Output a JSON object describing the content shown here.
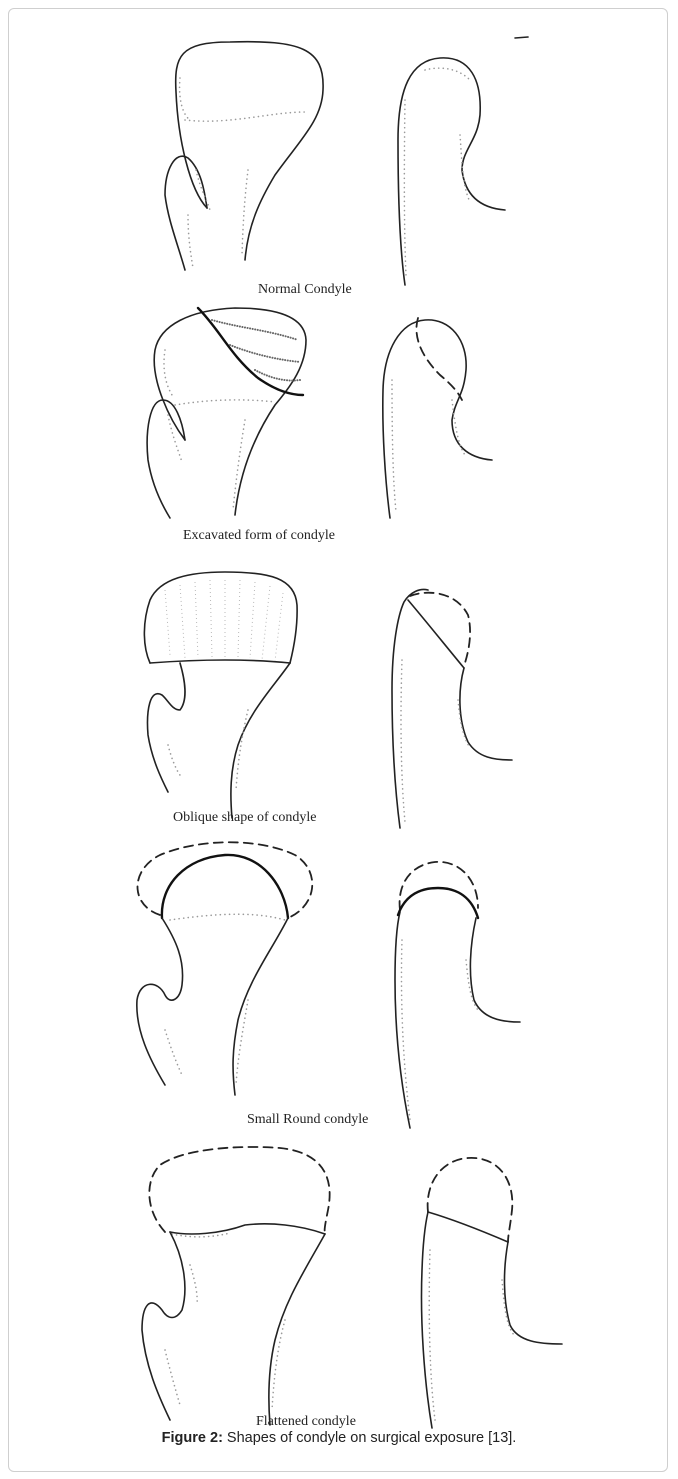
{
  "figure": {
    "panels": [
      {
        "label": "Normal Condyle"
      },
      {
        "label": "Excavated form of condyle"
      },
      {
        "label": "Oblique shape of condyle"
      },
      {
        "label": "Small Round condyle"
      },
      {
        "label": "Flattened condyle"
      }
    ],
    "caption_label": "Figure 2:",
    "caption_text": " Shapes of condyle on surgical exposure [13]."
  }
}
